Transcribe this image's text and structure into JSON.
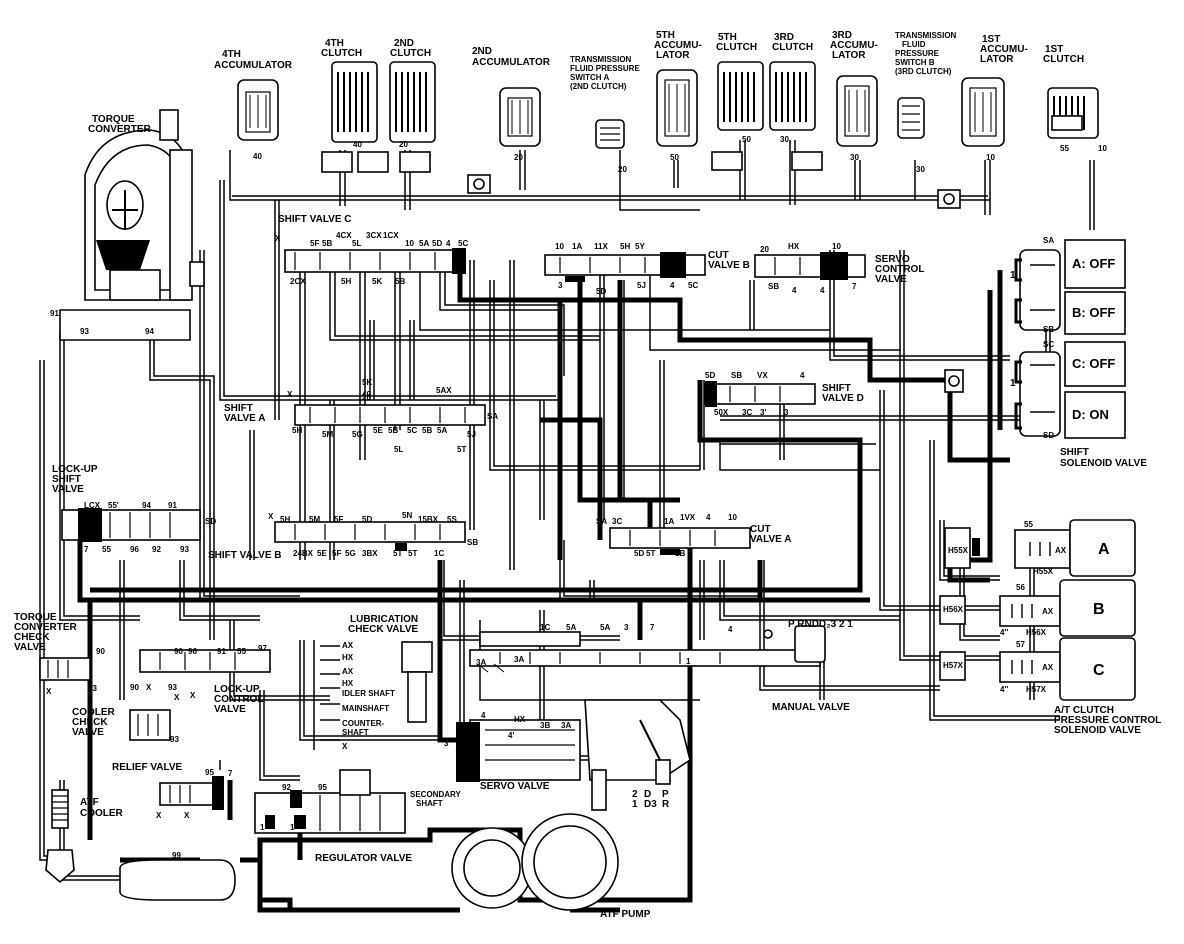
{
  "components": {
    "accumulator_4th": {
      "label": "4TH\nACCUMULATOR",
      "port": "40"
    },
    "clutch_4th": {
      "label": "4TH\nCLUTCH",
      "port": "40"
    },
    "clutch_2nd": {
      "label": "2ND\nCLUTCH",
      "port": "20"
    },
    "accumulator_2nd": {
      "label": "2ND\nACCUMULATOR",
      "port": "20"
    },
    "pressure_switch_a": {
      "label": "TRANSMISSION\nFLUID PRESSURE\nSWITCH A\n(2ND CLUTCH)",
      "port": "20"
    },
    "accumulator_5th": {
      "label": "5TH\nACCUMU-\nLATOR",
      "port": "50"
    },
    "clutch_5th": {
      "label": "5TH\nCLUTCH",
      "port": "50"
    },
    "clutch_3rd": {
      "label": "3RD\nCLUTCH",
      "port": "30"
    },
    "accumulator_3rd": {
      "label": "3RD\nACCUMU-\nLATOR",
      "port": "30"
    },
    "pressure_switch_b": {
      "label": "TRANSMISSION\nFLUID\nPRESSURE\nSWITCH B\n(3RD CLUTCH)",
      "port": "30"
    },
    "accumulator_1st": {
      "label": "1ST\nACCUMU-\nLATOR",
      "port": "10"
    },
    "clutch_1st": {
      "label": "1ST\nCLUTCH",
      "port_a": "55",
      "port_b": "10"
    },
    "torque_converter": {
      "label": "TORQUE\nCONVERTER",
      "port_a": "91",
      "port_b": "93",
      "port_c": "94"
    }
  },
  "valves": {
    "shift_valve_c": {
      "label": "SHIFT VALVE C",
      "ports_top": [
        "X",
        "5F",
        "5B",
        "4CX",
        "5L",
        "3CX",
        "1CX",
        "10",
        "5A",
        "5D",
        "4",
        "5C"
      ],
      "ports_bottom": [
        "2CX",
        "5H",
        "5K",
        "5B"
      ]
    },
    "cut_valve_b": {
      "label": "CUT\nVALVE B",
      "ports": [
        "10",
        "1A",
        "11X",
        "5H",
        "5Y",
        "3",
        "5D",
        "5J",
        "4",
        "5C"
      ]
    },
    "servo_control": {
      "label": "SERVO\nCONTROL\nVALVE",
      "ports": [
        "20",
        "HX",
        "10",
        "SB",
        "4",
        "4",
        "7"
      ]
    },
    "shift_valve_a": {
      "label": "SHIFT\nVALVE A",
      "ports": [
        "X",
        "40",
        "5K",
        "20",
        "5AX",
        "5H",
        "5M",
        "5G",
        "5E",
        "5B",
        "5C",
        "5B",
        "5A",
        "5J",
        "5L",
        "5T",
        "SA"
      ]
    },
    "shift_valve_d": {
      "label": "SHIFT\nVALVE D",
      "ports": [
        "5D",
        "SB",
        "VX",
        "4",
        "50X",
        "3C",
        "3'",
        "3"
      ]
    },
    "lockup_shift": {
      "label": "LOCK-UP\nSHIFT\nVALVE",
      "ports": [
        "LCX",
        "55'",
        "94",
        "91",
        "SD",
        "7",
        "55",
        "96",
        "92",
        "93"
      ]
    },
    "shift_valve_b": {
      "label": "SHIFT VALVE B",
      "ports": [
        "X",
        "5H",
        "5M",
        "5F",
        "5D",
        "5N",
        "15BX",
        "5S",
        "24BX",
        "5E",
        "5F",
        "5G",
        "3BX",
        "5T",
        "5T",
        "1C",
        "SB"
      ]
    },
    "cut_valve_a": {
      "label": "CUT\nVALVE A",
      "ports": [
        "SA",
        "3C",
        "1A",
        "1VX",
        "4",
        "10",
        "5D",
        "5T",
        "1B"
      ]
    },
    "lubrication_check": {
      "label": "LUBRICATION\nCHECK VALVE",
      "items": [
        "AX",
        "HX",
        "AX",
        "HX",
        "IDLER SHAFT",
        "MAINSHAFT",
        "COUNTER-\nSHAFT",
        "X"
      ]
    },
    "torque_converter_check": {
      "label": "TORQUE\nCONVERTER\nCHECK\nVALVE",
      "ports": [
        "90",
        "93",
        "X"
      ]
    },
    "lockup_control": {
      "label": "LOCK-UP\nCONTROL\nVALVE",
      "ports": [
        "90",
        "96",
        "91",
        "55",
        "97",
        "90",
        "X",
        "93",
        "X",
        "X"
      ]
    },
    "cooler_check": {
      "label": "COOLER\nCHECK\nVALVE",
      "ports": [
        "93"
      ]
    },
    "relief": {
      "label": "RELIEF VALVE",
      "ports": [
        "95",
        "7",
        "X",
        "X"
      ]
    },
    "regulator": {
      "label": "REGULATOR VALVE",
      "ports": [
        "92",
        "95",
        "1",
        "1"
      ]
    },
    "servo": {
      "label": "SERVO VALVE",
      "ports": [
        "4",
        "HX",
        "3B",
        "3A",
        "3'",
        "4'"
      ]
    },
    "manual": {
      "label": "MANUAL VALVE",
      "ports": [
        "1C",
        "5A",
        "5A",
        "3",
        "7",
        "4",
        "3A",
        "3A",
        "1"
      ],
      "positions": "P  RNDD₂3 2 1",
      "bottom": [
        "2",
        "1",
        "D",
        "D3",
        "P",
        "R"
      ]
    },
    "secondary_shaft": {
      "label": "SECONDARY\nSHAFT"
    },
    "atf_cooler": {
      "label": "ATF\nCOOLER",
      "port": "99"
    },
    "atf_pump": {
      "label": "ATF PUMP"
    }
  },
  "solenoids": {
    "shift_solenoid_label": "SHIFT\nSOLENOID VALVE",
    "states": [
      {
        "name": "A: OFF",
        "port": "SA"
      },
      {
        "name": "B: OFF",
        "port": "SB"
      },
      {
        "name": "C: OFF",
        "port": "SC"
      },
      {
        "name": "D: ON",
        "port": "SD"
      }
    ],
    "pressure_control_label": "A/T CLUTCH\nPRESSURE CONTROL\nSOLENOID VALVE",
    "pressure_control": [
      {
        "name": "A",
        "ports": [
          "55",
          "H55X",
          "AX",
          "H55X"
        ]
      },
      {
        "name": "B",
        "ports": [
          "56",
          "H56X",
          "AX",
          "4''",
          "H56X"
        ]
      },
      {
        "name": "C",
        "ports": [
          "57",
          "H57X",
          "AX",
          "4''",
          "H57X"
        ]
      }
    ]
  }
}
